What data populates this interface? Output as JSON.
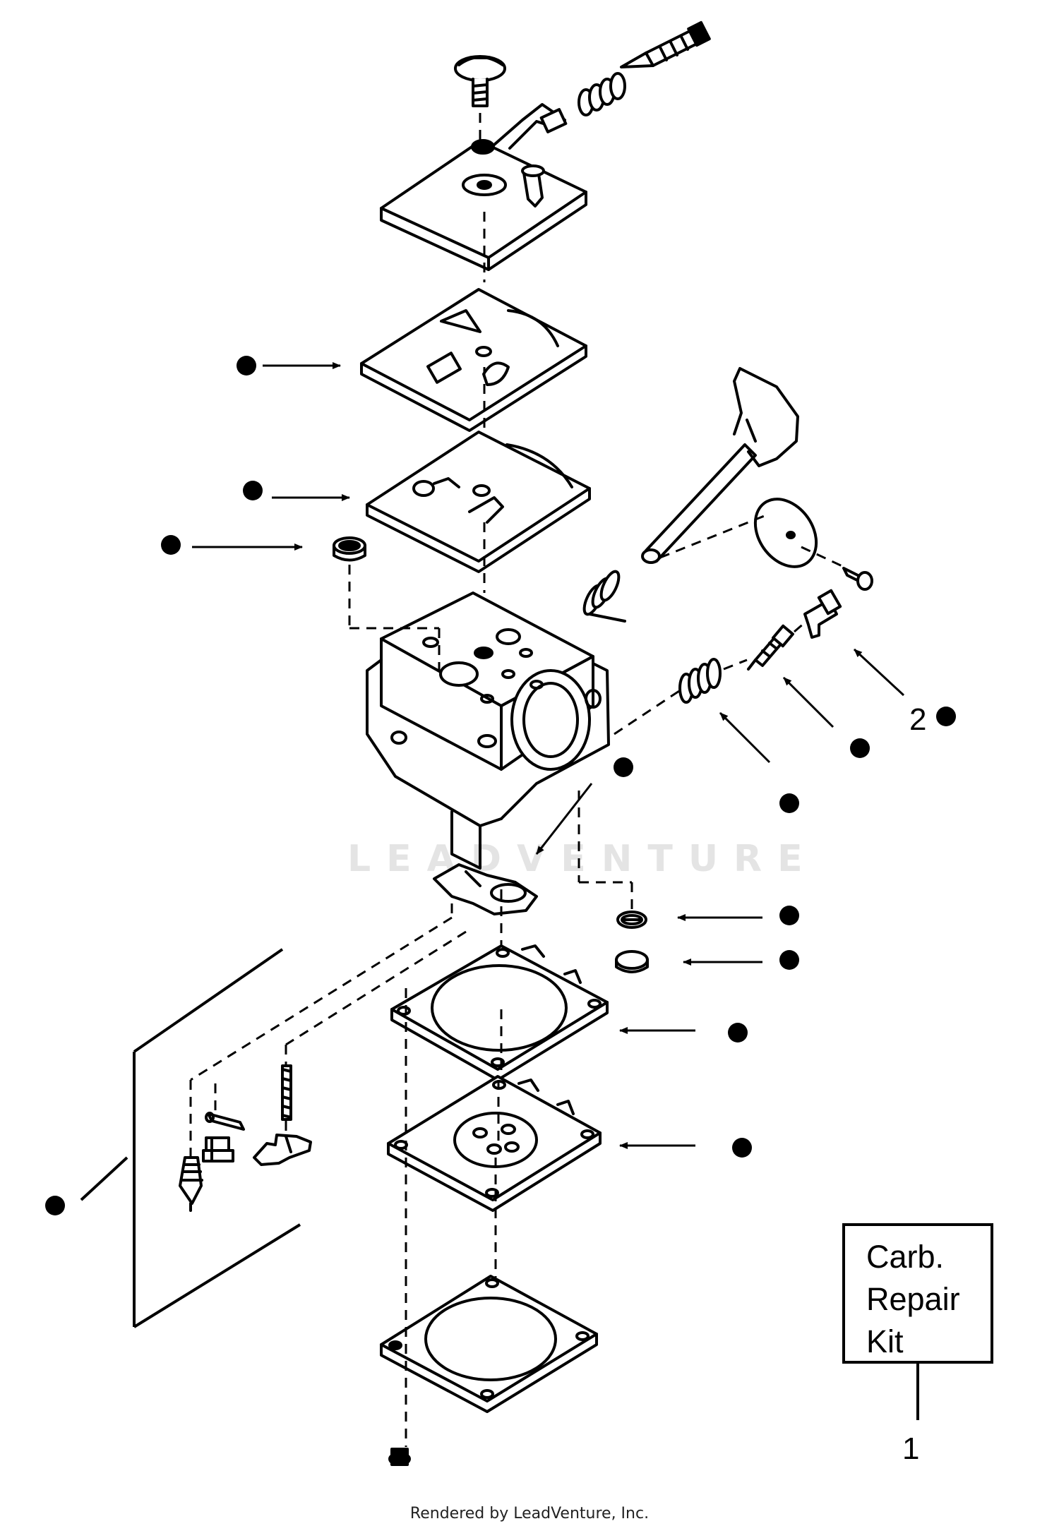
{
  "watermark": "LEADVENTURE",
  "kit_box": {
    "line1": "Carb.",
    "line2": "Repair",
    "line3": "Kit"
  },
  "refs": {
    "kit_number": "1",
    "part_2": "2"
  },
  "footer": "Rendered by LeadVenture, Inc."
}
